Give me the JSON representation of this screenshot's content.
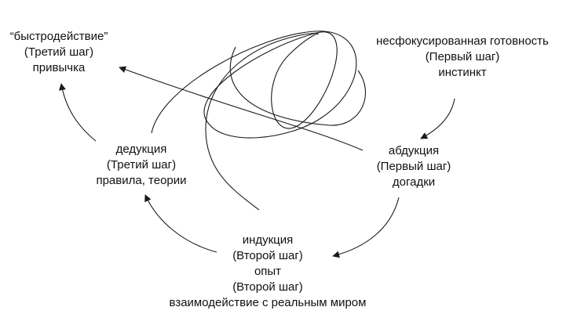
{
  "diagram": {
    "nodes": {
      "habit": [
        "“быстродействие”",
        "(Третий шаг)",
        "привычка"
      ],
      "readiness": [
        "несфокусированная готовность",
        "(Первый шаг)",
        "инстинкт"
      ],
      "deduction": [
        "дедукция",
        "(Третий шаг)",
        "правила, теории"
      ],
      "abduction": [
        "абдукция",
        "(Первый шаг)",
        "догадки"
      ],
      "induction": [
        "индукция",
        "(Второй шаг)",
        "опыт",
        "(Второй шаг)",
        "взаимодействие с реальным миром"
      ]
    },
    "stroke_color": "#1a1a1a"
  }
}
